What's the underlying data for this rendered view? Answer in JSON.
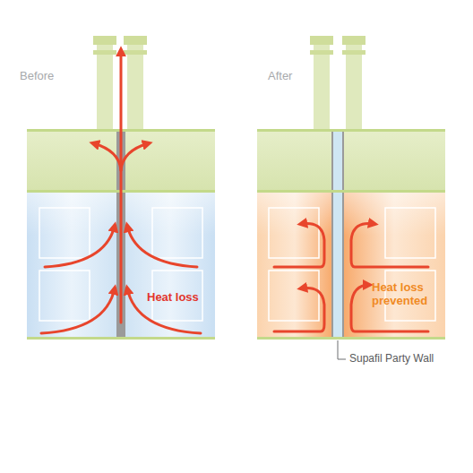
{
  "diagram": {
    "nodes": [
      {
        "text": [
          "Before",
          "Heat loss"
        ]
      },
      {
        "text": [
          "After",
          "Heat loss prevented"
        ]
      }
    ],
    "labels": [
      "Supafil Party Wall"
    ]
  }
}
